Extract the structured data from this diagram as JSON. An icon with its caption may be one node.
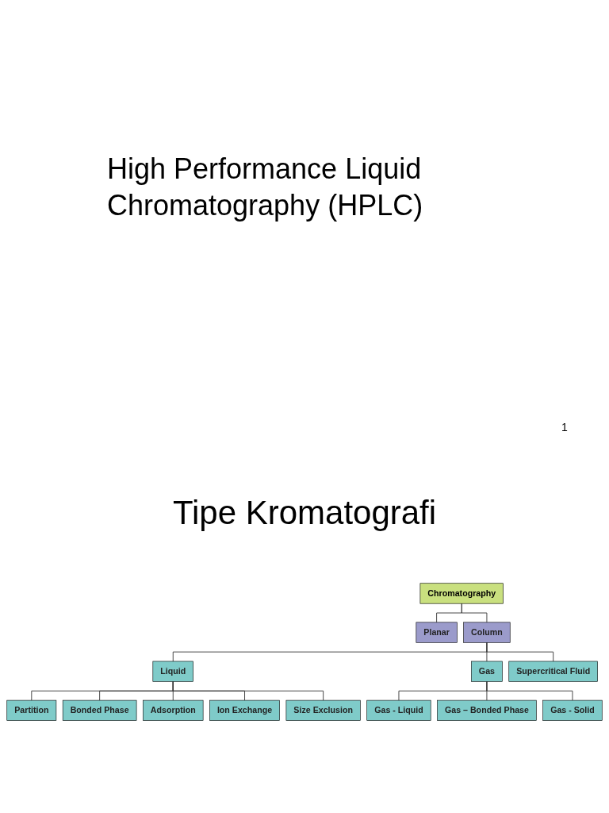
{
  "diagram": {
    "title": "High Performance Liquid Chromatography (HPLC)",
    "nodes": [
      {
        "text": [
          "Chromatography"
        ]
      },
      {
        "text": [
          "Planar"
        ]
      },
      {
        "text": [
          "Column"
        ]
      },
      {
        "text": [
          "Liquid"
        ]
      },
      {
        "text": [
          "Gas"
        ]
      },
      {
        "text": [
          "Supercritical Fluid"
        ]
      },
      {
        "text": [
          "Partition"
        ]
      },
      {
        "text": [
          "Bonded Phase"
        ]
      },
      {
        "text": [
          "Adsorption"
        ]
      },
      {
        "text": [
          "Ion Exchange"
        ]
      },
      {
        "text": [
          "Size Exclusion"
        ]
      },
      {
        "text": [
          "Gas - Liquid"
        ]
      },
      {
        "text": [
          "Gas – Bonded Phase"
        ]
      },
      {
        "text": [
          "Gas - Solid"
        ]
      }
    ],
    "edges": [
      {
        "from": 0,
        "to": 1,
        "arrow": "none"
      },
      {
        "from": 0,
        "to": 2,
        "arrow": "none"
      },
      {
        "from": 2,
        "to": 3,
        "arrow": "none"
      },
      {
        "from": 2,
        "to": 4,
        "arrow": "none"
      },
      {
        "from": 2,
        "to": 5,
        "arrow": "none"
      },
      {
        "from": 3,
        "to": 6,
        "arrow": "none"
      },
      {
        "from": 3,
        "to": 7,
        "arrow": "none"
      },
      {
        "from": 3,
        "to": 8,
        "arrow": "none"
      },
      {
        "from": 3,
        "to": 9,
        "arrow": "none"
      },
      {
        "from": 3,
        "to": 10,
        "arrow": "none"
      },
      {
        "from": 4,
        "to": 11,
        "arrow": "none"
      },
      {
        "from": 4,
        "to": 12,
        "arrow": "none"
      },
      {
        "from": 4,
        "to": 13,
        "arrow": "none"
      }
    ],
    "labels": [
      "1",
      "Tipe Kromatografi"
    ]
  }
}
